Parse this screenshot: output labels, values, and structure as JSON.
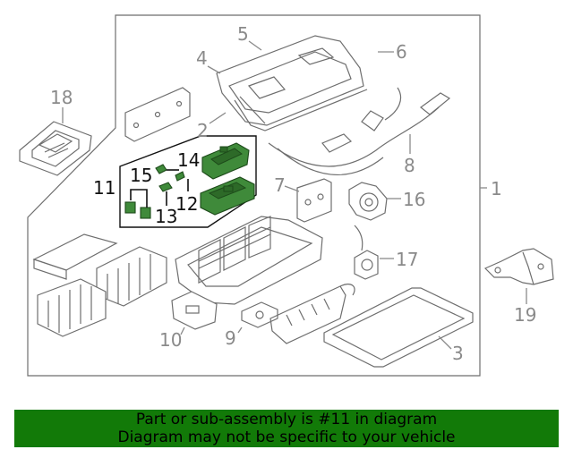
{
  "callouts": {
    "c1": "1",
    "c2": "2",
    "c3": "3",
    "c4": "4",
    "c5": "5",
    "c6": "6",
    "c7": "7",
    "c8": "8",
    "c9": "9",
    "c10": "10",
    "c11": "11",
    "c12": "12",
    "c13": "13",
    "c14": "14",
    "c15": "15",
    "c16": "16",
    "c17": "17",
    "c18": "18",
    "c19": "19"
  },
  "colors": {
    "highlight": "#3f8a3a",
    "banner": "#127a08"
  },
  "banner": {
    "line1": "Part or sub-assembly is #11 in diagram",
    "line2": "Diagram may not be specific to your vehicle"
  }
}
